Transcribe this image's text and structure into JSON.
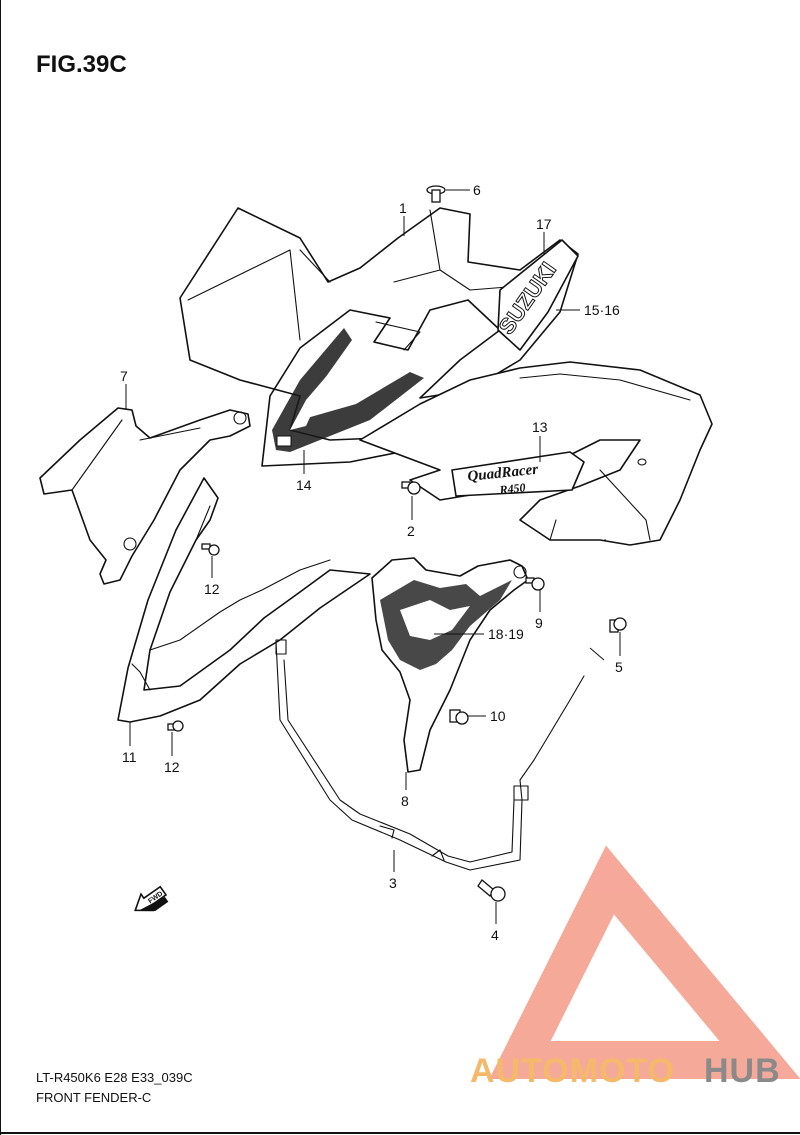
{
  "figure": {
    "title": "FIG.39C",
    "model_code": "LT-R450K6 E28 E33_039C",
    "caption": "FRONT FENDER-C"
  },
  "callouts": [
    {
      "id": "c1",
      "label": "1"
    },
    {
      "id": "c6",
      "label": "6"
    },
    {
      "id": "c17",
      "label": "17"
    },
    {
      "id": "c1516",
      "label": "15·16"
    },
    {
      "id": "c7",
      "label": "7"
    },
    {
      "id": "c13",
      "label": "13"
    },
    {
      "id": "c14",
      "label": "14"
    },
    {
      "id": "c2",
      "label": "2"
    },
    {
      "id": "c12a",
      "label": "12"
    },
    {
      "id": "c9",
      "label": "9"
    },
    {
      "id": "c1819",
      "label": "18·19"
    },
    {
      "id": "c5",
      "label": "5"
    },
    {
      "id": "c10",
      "label": "10"
    },
    {
      "id": "c11",
      "label": "11"
    },
    {
      "id": "c12b",
      "label": "12"
    },
    {
      "id": "c8",
      "label": "8"
    },
    {
      "id": "c3",
      "label": "3"
    },
    {
      "id": "c4",
      "label": "4"
    }
  ],
  "decals": {
    "suzuki": "SUZUKI",
    "quadracer_1": "QuadRacer",
    "quadracer_2": "R450"
  },
  "fwd_marker": "FWD",
  "watermark": {
    "part1": "AUTOMOTO",
    "part2": "HUB",
    "color_primary": "#f5a08f",
    "color_accent": "#f6b96a",
    "color_dark": "#8a8a8a"
  }
}
